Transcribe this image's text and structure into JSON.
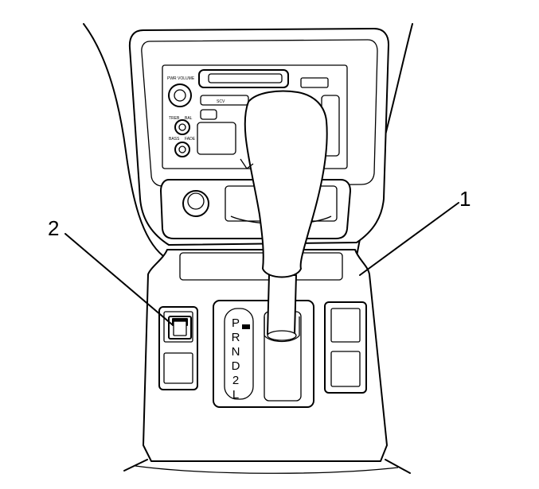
{
  "callouts": [
    {
      "id": "1",
      "label": "1"
    },
    {
      "id": "2",
      "label": "2"
    }
  ],
  "shift_indicator": {
    "positions": [
      "P",
      "R",
      "N",
      "D",
      "2",
      "L"
    ]
  },
  "radio": {
    "labels": [
      "PWR VOLUME",
      "TREB",
      "BAL",
      "BASS",
      "FADE",
      "SCV"
    ]
  }
}
